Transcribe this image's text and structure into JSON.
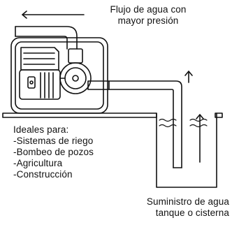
{
  "flow_label": {
    "line1": "Flujo de agua con",
    "line2": "mayor presión"
  },
  "ideal_for": {
    "heading": "Ideales para:",
    "items": [
      "-Sistemas de riego",
      "-Bombeo de pozos",
      "-Agricultura",
      "-Construcción"
    ]
  },
  "supply_label": {
    "line1": "Suministro de agua",
    "line2": "tanque o cisterna"
  }
}
